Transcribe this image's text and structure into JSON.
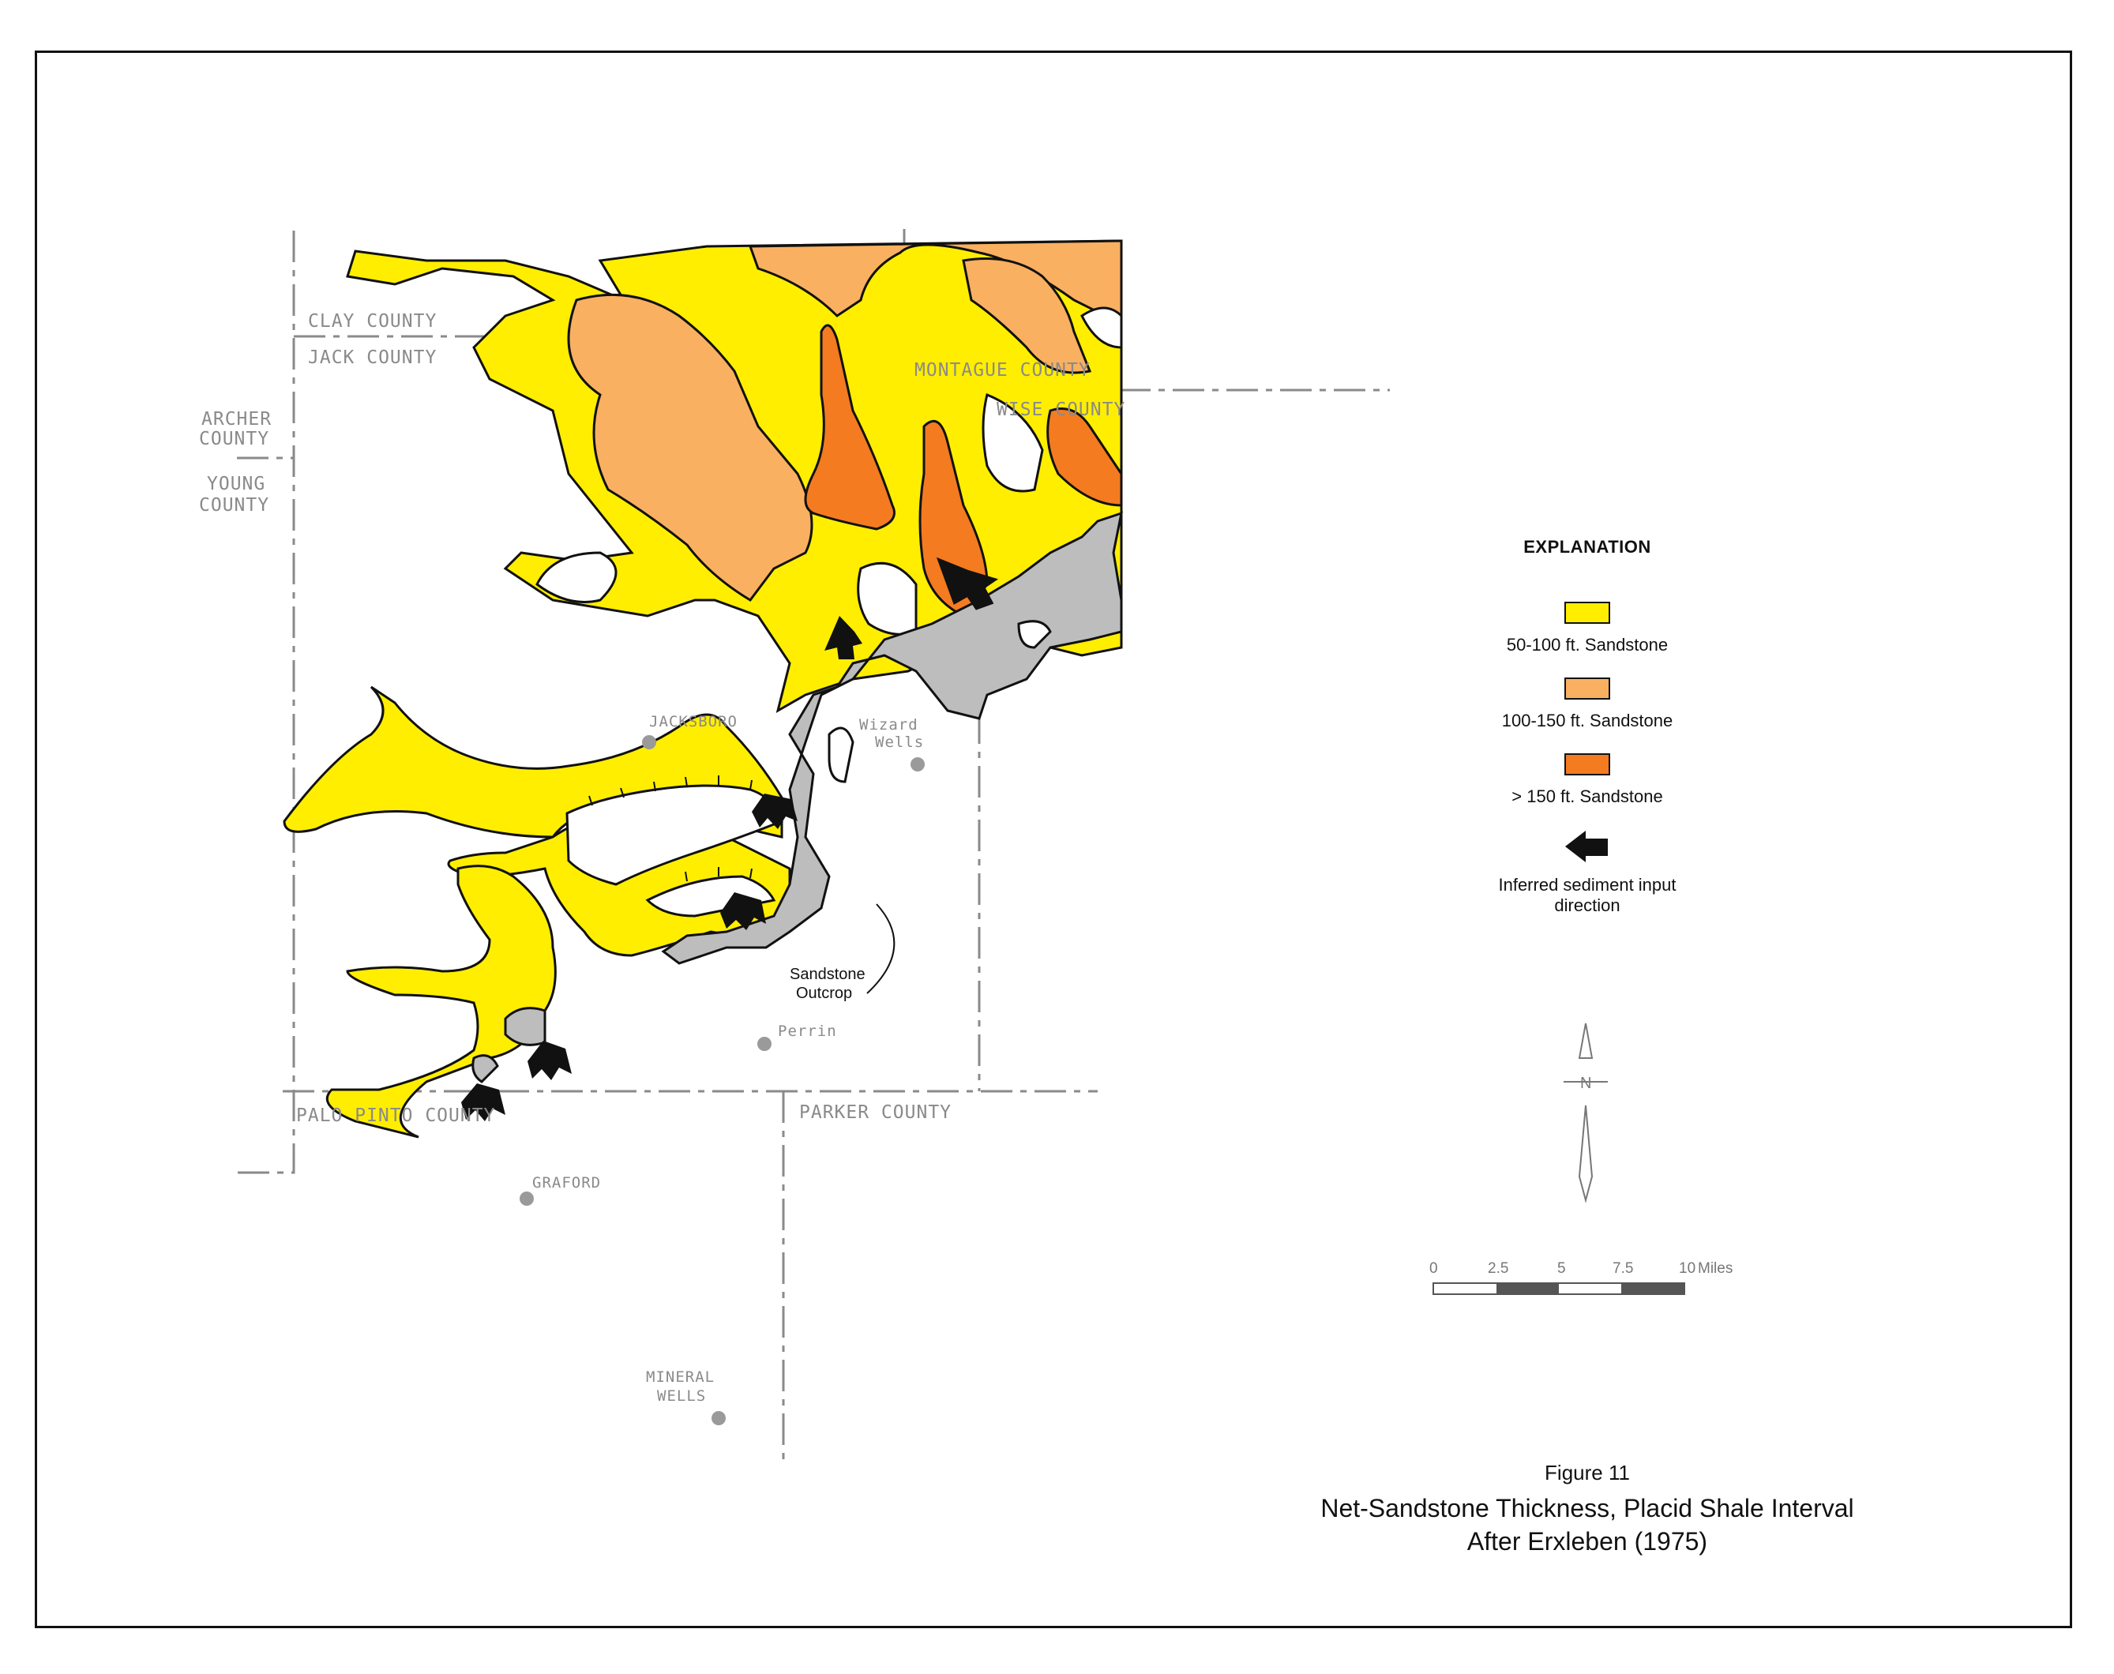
{
  "counties": {
    "clay": "CLAY COUNTY",
    "jack": "JACK COUNTY",
    "archer_1": "ARCHER",
    "archer_2": "COUNTY",
    "young_1": "YOUNG",
    "young_2": "COUNTY",
    "montague": "MONTAGUE COUNTY",
    "wise": "WISE COUNTY",
    "palo_pinto": "PALO PINTO COUNTY",
    "parker": "PARKER COUNTY"
  },
  "towns": {
    "jacksboro": "JACKSBORO",
    "wizard_1": "Wizard",
    "wizard_2": "Wells",
    "perrin": "Perrin",
    "graford": "GRAFORD",
    "mineral_1": "MINERAL",
    "mineral_2": "WELLS"
  },
  "annotations": {
    "outcrop_1": "Sandstone",
    "outcrop_2": "Outcrop"
  },
  "legend": {
    "title": "EXPLANATION",
    "items": [
      {
        "label": "50-100 ft. Sandstone",
        "color": "#ffee00"
      },
      {
        "label": "100-150 ft. Sandstone",
        "color": "#f9b060"
      },
      {
        "label": "> 150 ft. Sandstone",
        "color": "#f47b20"
      },
      {
        "label": "Inferred sediment input direction",
        "icon": "arrow-icon"
      }
    ]
  },
  "north_arrow": {
    "label": "N"
  },
  "scale_bar": {
    "ticks": [
      "0",
      "2.5",
      "5",
      "7.5",
      "10"
    ],
    "unit": "Miles"
  },
  "caption": {
    "figure": "Figure 11",
    "title_line1": "Net-Sandstone Thickness, Placid Shale Interval",
    "title_line2": "After Erxleben (1975)"
  }
}
